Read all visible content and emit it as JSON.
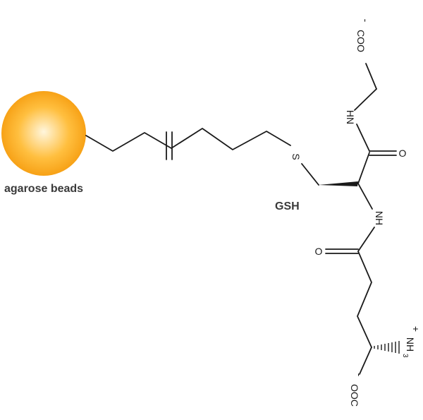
{
  "labels": {
    "bead_caption": "agarose beads",
    "molecule_name": "GSH"
  },
  "atoms": {
    "sulfur": "S",
    "amide_nh_top": "HN",
    "amide_nh_mid": "NH",
    "carbonyl_o_top": "O",
    "carbonyl_o_mid": "O",
    "carboxylate_top": "COO",
    "carboxylate_bottom": "OOC",
    "charge_minus": "-",
    "amine_n": "NH",
    "amine_sub": "3",
    "charge_plus": "+"
  },
  "colors": {
    "bead_core": "#fff6dd",
    "bead_mid": "#ffbf3f",
    "bead_edge": "#f59a0c",
    "bond": "#1a1a1a"
  }
}
